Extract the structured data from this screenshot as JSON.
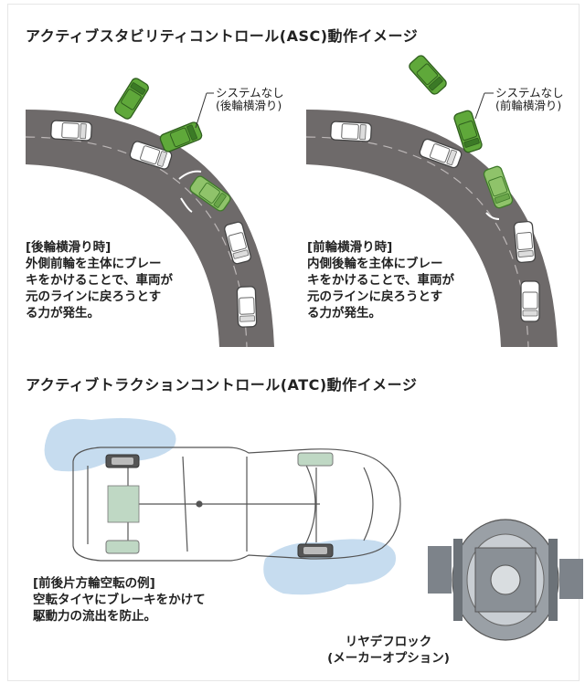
{
  "asc": {
    "title": "アクティブスタビリティコントロール(ASC)動作イメージ",
    "left": {
      "callout": [
        "システムなし",
        "(後輪横滑り)"
      ],
      "heading": "[後輪横滑り時]",
      "body": [
        "外側前輪を主体にブレー",
        "キをかけることで、車両が",
        "元のラインに戻ろうとす",
        "る力が発生。"
      ]
    },
    "right": {
      "callout": [
        "システムなし",
        "(前輪横滑り)"
      ],
      "heading": "[前輪横滑り時]",
      "body": [
        "内側後輪を主体にブレー",
        "キをかけることで、車両が",
        "元のラインに戻ろうとす",
        "る力が発生。"
      ]
    }
  },
  "atc": {
    "title": "アクティブトラクションコントロール(ATC)動作イメージ",
    "heading": "[前後片方輪空転の例]",
    "body": [
      "空転タイヤにブレーキをかけて",
      "駆動力の流出を防止。"
    ],
    "diff_caption": [
      "リヤデフロック",
      "(メーカーオプション)"
    ]
  },
  "colors": {
    "road": "#6e6a6a",
    "car_uncontrolled": "#5fa83a",
    "car_controlled_light": "#8fc36a",
    "car_white": "#ffffff",
    "puddle": "#c6dcef",
    "diff_metal": "#9aa0a6"
  }
}
